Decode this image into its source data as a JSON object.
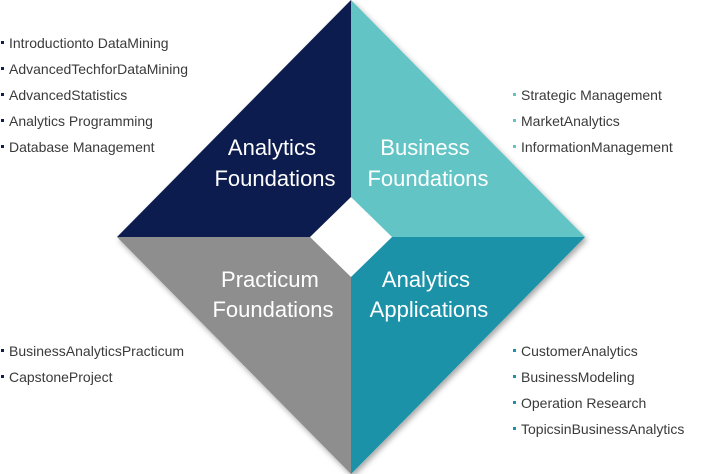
{
  "quadrants": {
    "analytics_foundations": {
      "title_line1": "Analytics",
      "title_line2": "Foundations",
      "color": "#0f1f50",
      "courses": [
        "Introductionto DataMining",
        "AdvancedTechforDataMining",
        "AdvancedStatistics",
        "Analytics Programming",
        "Database Management"
      ]
    },
    "business_foundations": {
      "title_line1": "Business",
      "title_line2": "Foundations",
      "color": "#62c4c5",
      "courses": [
        "Strategic Management",
        "MarketAnalytics",
        "InformationManagement"
      ]
    },
    "practicum_foundations": {
      "title_line1": "Practicum",
      "title_line2": "Foundations",
      "color": "#8e8e8e",
      "courses": [
        "BusinessAnalyticsPracticum",
        "CapstoneProject"
      ]
    },
    "analytics_applications": {
      "title_line1": "Analytics",
      "title_line2": "Applications",
      "color": "#1a92a8",
      "courses": [
        "CustomerAnalytics",
        "BusinessModeling",
        "Operation Research",
        "TopicsinBusinessAnalytics"
      ]
    }
  },
  "center_color": "#ffffff"
}
